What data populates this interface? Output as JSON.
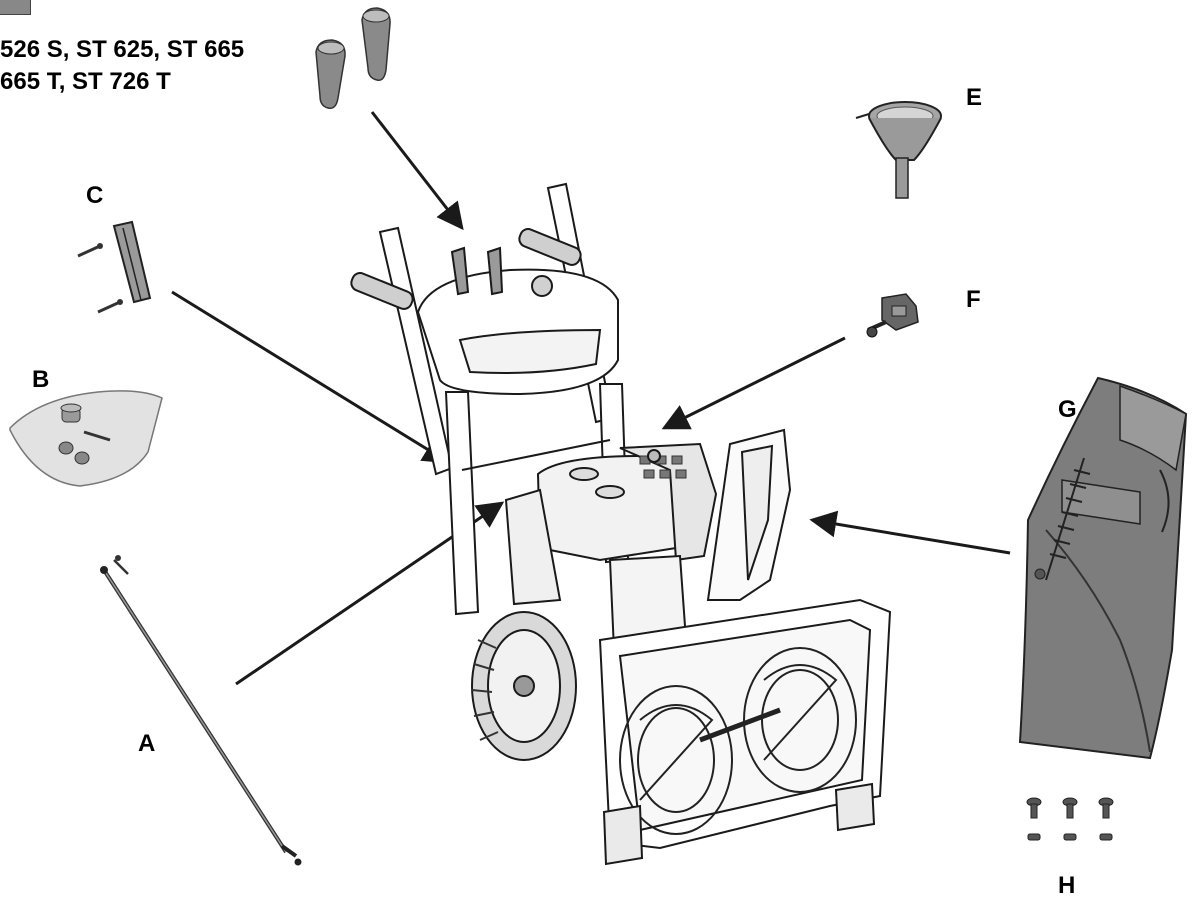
{
  "models": [
    "526 S, ST 625, ST 665",
    "665 T, ST 726 T"
  ],
  "labels": {
    "a": "A",
    "b": "B",
    "c": "C",
    "e": "E",
    "f": "F",
    "g": "G",
    "h": "H"
  },
  "colors": {
    "line": "#1a1a1a",
    "part_gray": "#8a8a8a",
    "part_dark": "#555555",
    "chute_gray": "#7d7d7d",
    "bag_gray": "#e2e2e2"
  }
}
